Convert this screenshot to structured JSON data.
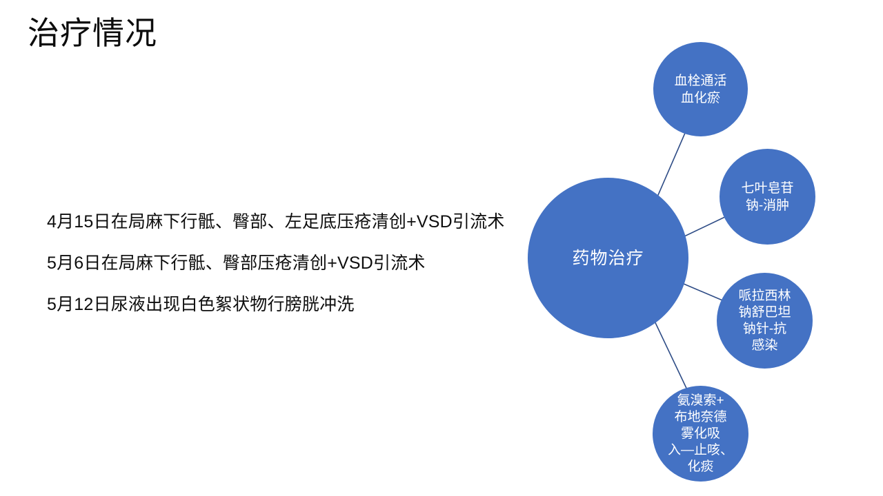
{
  "slide": {
    "title": "治疗情况",
    "background_color": "#FFFFFF",
    "accent_color": "#4472C4",
    "connector_color": "#2E4C86",
    "text_color": "#0D0D0D"
  },
  "body_text": {
    "lines": [
      "4月15日在局麻下行骶、臀部、左足底压疮清创+VSD引流术",
      "5月6日在局麻下行骶、臀部压疮清创+VSD引流术",
      "5月12日尿液出现白色絮状物行膀胱冲洗"
    ]
  },
  "diagram": {
    "center": {
      "label": "药物治疗"
    },
    "nodes": [
      {
        "id": "thrombus",
        "label": "血栓通活\n血化瘀"
      },
      {
        "id": "aescin",
        "label": "七叶皂苷\n钠-消肿"
      },
      {
        "id": "antibiotic",
        "label": "哌拉西林\n钠舒巴坦\n钠针-抗\n感染"
      },
      {
        "id": "nebulizer",
        "label": "氨溴索+\n布地奈德\n雾化吸\n入—止咳、\n化痰"
      }
    ]
  }
}
